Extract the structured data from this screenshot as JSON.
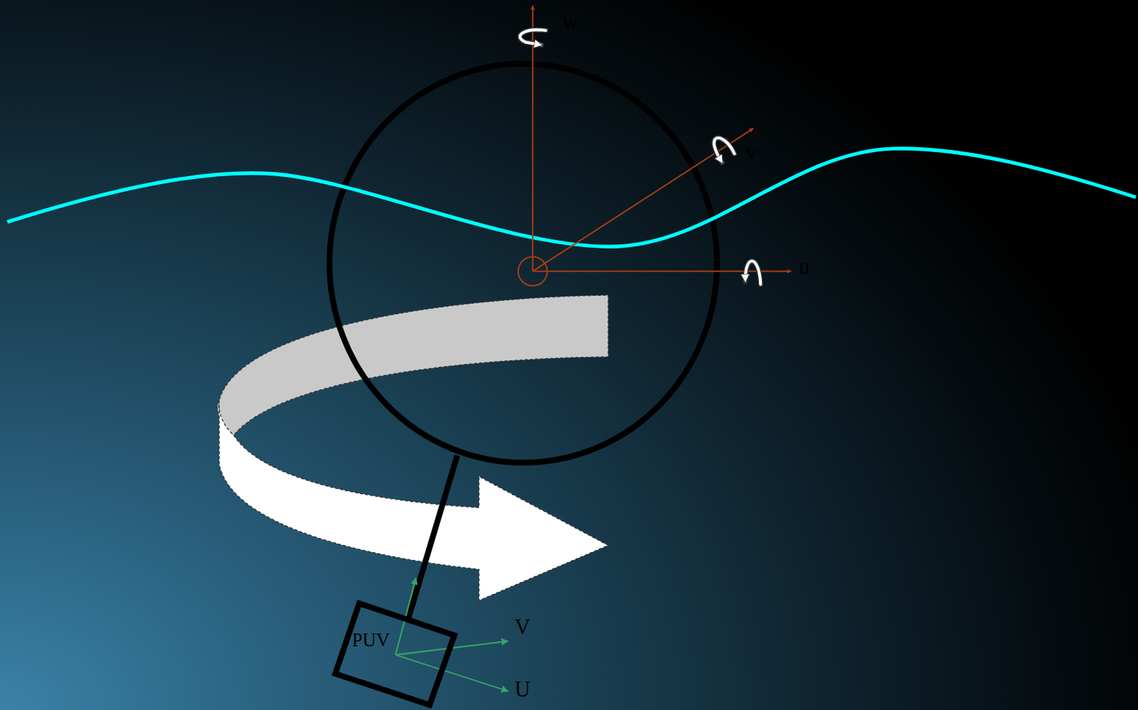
{
  "diagram": {
    "nodes": [
      {
        "text": [
          "PUV"
        ]
      }
    ],
    "labels": [
      "w",
      "v",
      "u",
      "V",
      "U"
    ]
  }
}
